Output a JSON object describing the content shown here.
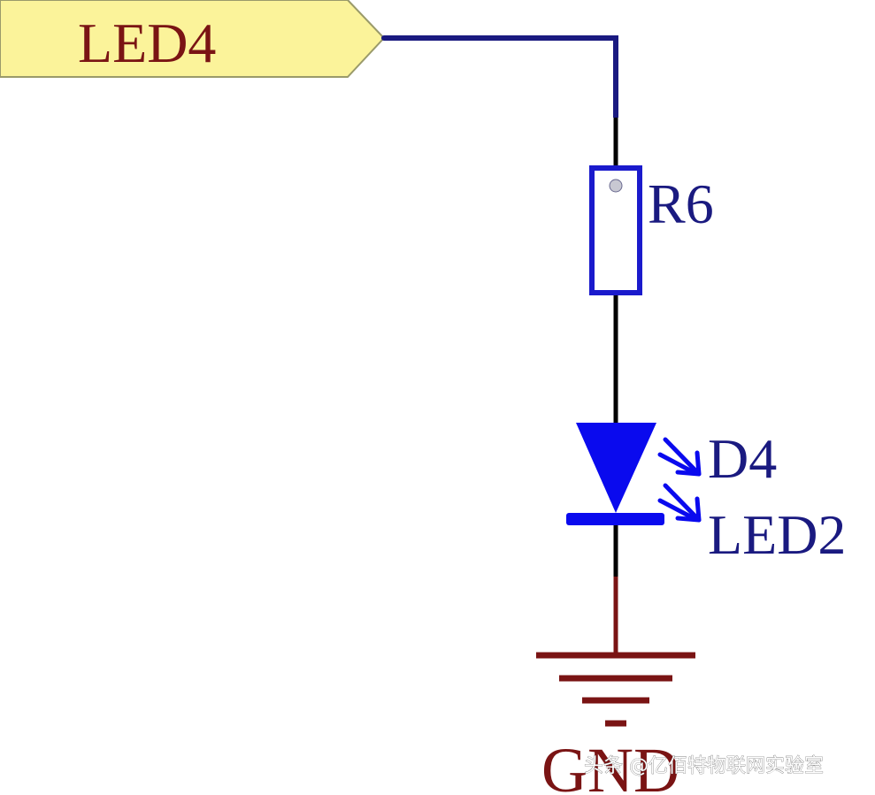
{
  "net_port": {
    "label": "LED4",
    "fill_color": "#fbf39a",
    "stroke_color": "#9a9a6a",
    "text_color": "#7a1414"
  },
  "resistor": {
    "designator": "R6",
    "body_color": "#1a1acc",
    "text_color": "#1a1a80"
  },
  "led": {
    "designator": "D4",
    "comment": "LED2",
    "body_color": "#0a0aee",
    "text_color": "#1a1a80"
  },
  "ground": {
    "label": "GND",
    "symbol_color": "#7a1414",
    "text_color": "#7a1414"
  },
  "wires": {
    "net_color": "#1a1a80",
    "pin_color": "#000000",
    "gnd_pin_color": "#7a1414"
  },
  "watermark": {
    "text": "头条 @亿佰特物联网实验室",
    "color": "#ffffff"
  }
}
